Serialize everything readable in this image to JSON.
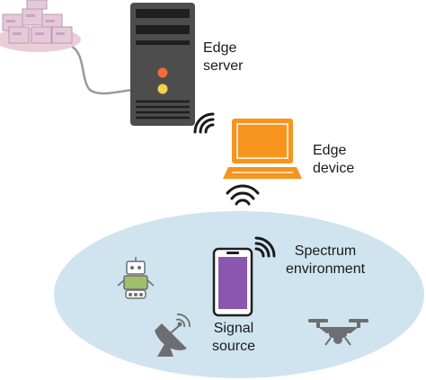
{
  "labels": {
    "edge_server": [
      "Edge",
      "server"
    ],
    "edge_device": [
      "Edge",
      "device"
    ],
    "spectrum_environment": [
      "Spectrum",
      "environment"
    ],
    "signal_source": [
      "Signal",
      "source"
    ]
  },
  "icons": {
    "cloud": "cloud-servers-icon",
    "server": "tower-server-icon",
    "laptop": "laptop-icon",
    "phone": "smartphone-icon",
    "robot": "robot-icon",
    "dish": "satellite-dish-icon",
    "drone": "drone-icon",
    "wifi": "wireless-signal-icon"
  },
  "colors": {
    "ellipse_fill": "#cfe4ef",
    "server_body": "#4d4d4d",
    "laptop_orange": "#f7941d",
    "phone_purple": "#8a56b0",
    "cloud_pink": "#e8c4d0",
    "robot_green": "#9fbf6a",
    "gray_icon": "#6d6e71"
  }
}
